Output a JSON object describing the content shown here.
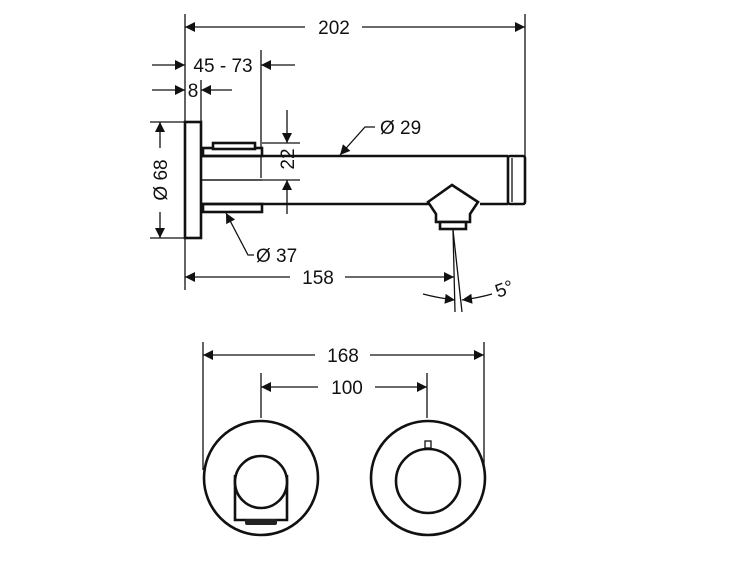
{
  "drawing": {
    "side_view": {
      "overall_length": "202",
      "projection_range": "45 - 73",
      "plate_thickness": "8",
      "plate_diameter": "Ø 68",
      "spout_diameter": "Ø 29",
      "rosette_diameter": "Ø 37",
      "height_offset": "22",
      "outlet_distance": "158",
      "outlet_angle": "5°"
    },
    "front_view": {
      "overall_width": "168",
      "center_distance": "100"
    }
  }
}
